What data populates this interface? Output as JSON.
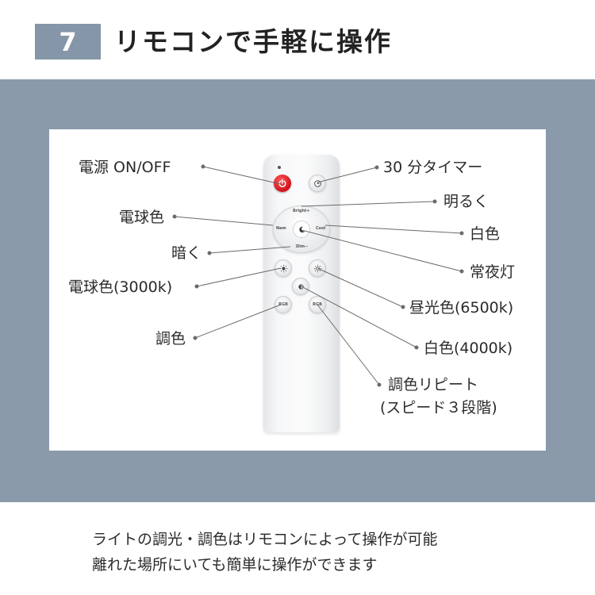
{
  "header": {
    "number": "7",
    "title": "リモコンで手軽に操作"
  },
  "remote": {
    "buttons": {
      "bright": "Bright+",
      "dim": "Dim−",
      "warm": "Nam",
      "cool": "Cool",
      "rgb": "RGB",
      "rgb_repeat": "RGB"
    }
  },
  "labels": {
    "power": "電源 ON/OFF",
    "warm": "電球色",
    "dim": "暗く",
    "warm_3000": "電球色(3000k)",
    "tone": "調色",
    "timer": "30 分タイマー",
    "bright": "明るく",
    "white": "白色",
    "night": "常夜灯",
    "daylight": "昼光色(6500k)",
    "white_4000": "白色(4000k)",
    "repeat_line1": "調色リピート",
    "repeat_line2": "(スピード３段階)"
  },
  "description": {
    "line1": "ライトの調光・調色はリモコンによって操作が可能",
    "line2": "離れた場所にいても簡単に操作ができます"
  }
}
